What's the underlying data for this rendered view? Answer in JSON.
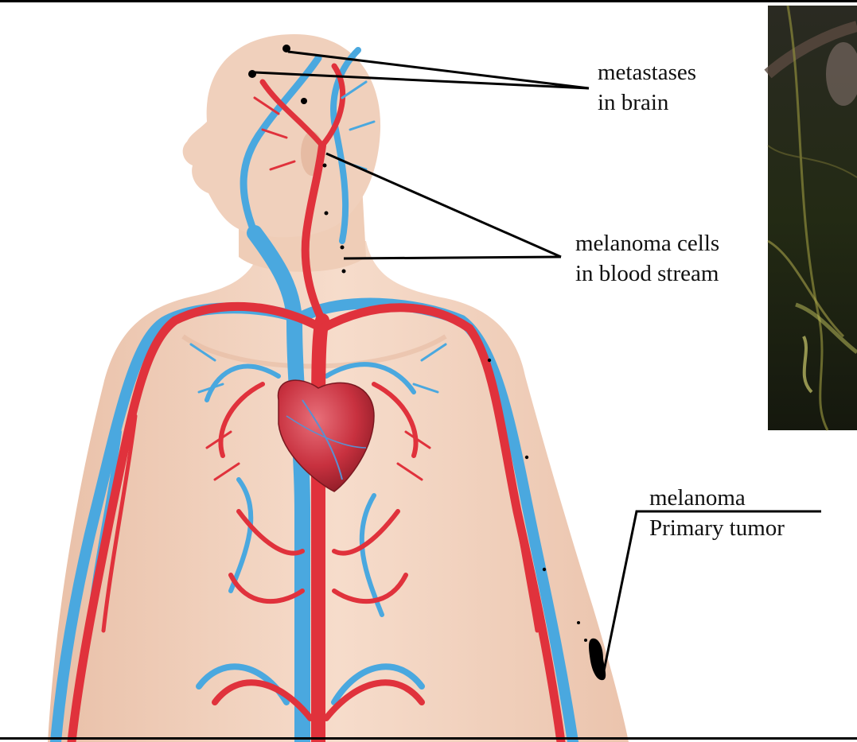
{
  "figure": {
    "labels": {
      "brain": {
        "line1": "metastases",
        "line2": "in brain"
      },
      "blood": {
        "line1": "melanoma cells",
        "line2": "in blood stream"
      },
      "tumor": {
        "line1": "melanoma",
        "line2": "Primary tumor"
      }
    },
    "colors": {
      "skin": "#f2d3c0",
      "skin_shade": "#e8bfa6",
      "artery": "#e0323c",
      "vein": "#4aa8df",
      "heart": "#c8313f",
      "leader_line": "#000000",
      "metastasis": "#000000",
      "inset_background": "#1f2414"
    }
  }
}
